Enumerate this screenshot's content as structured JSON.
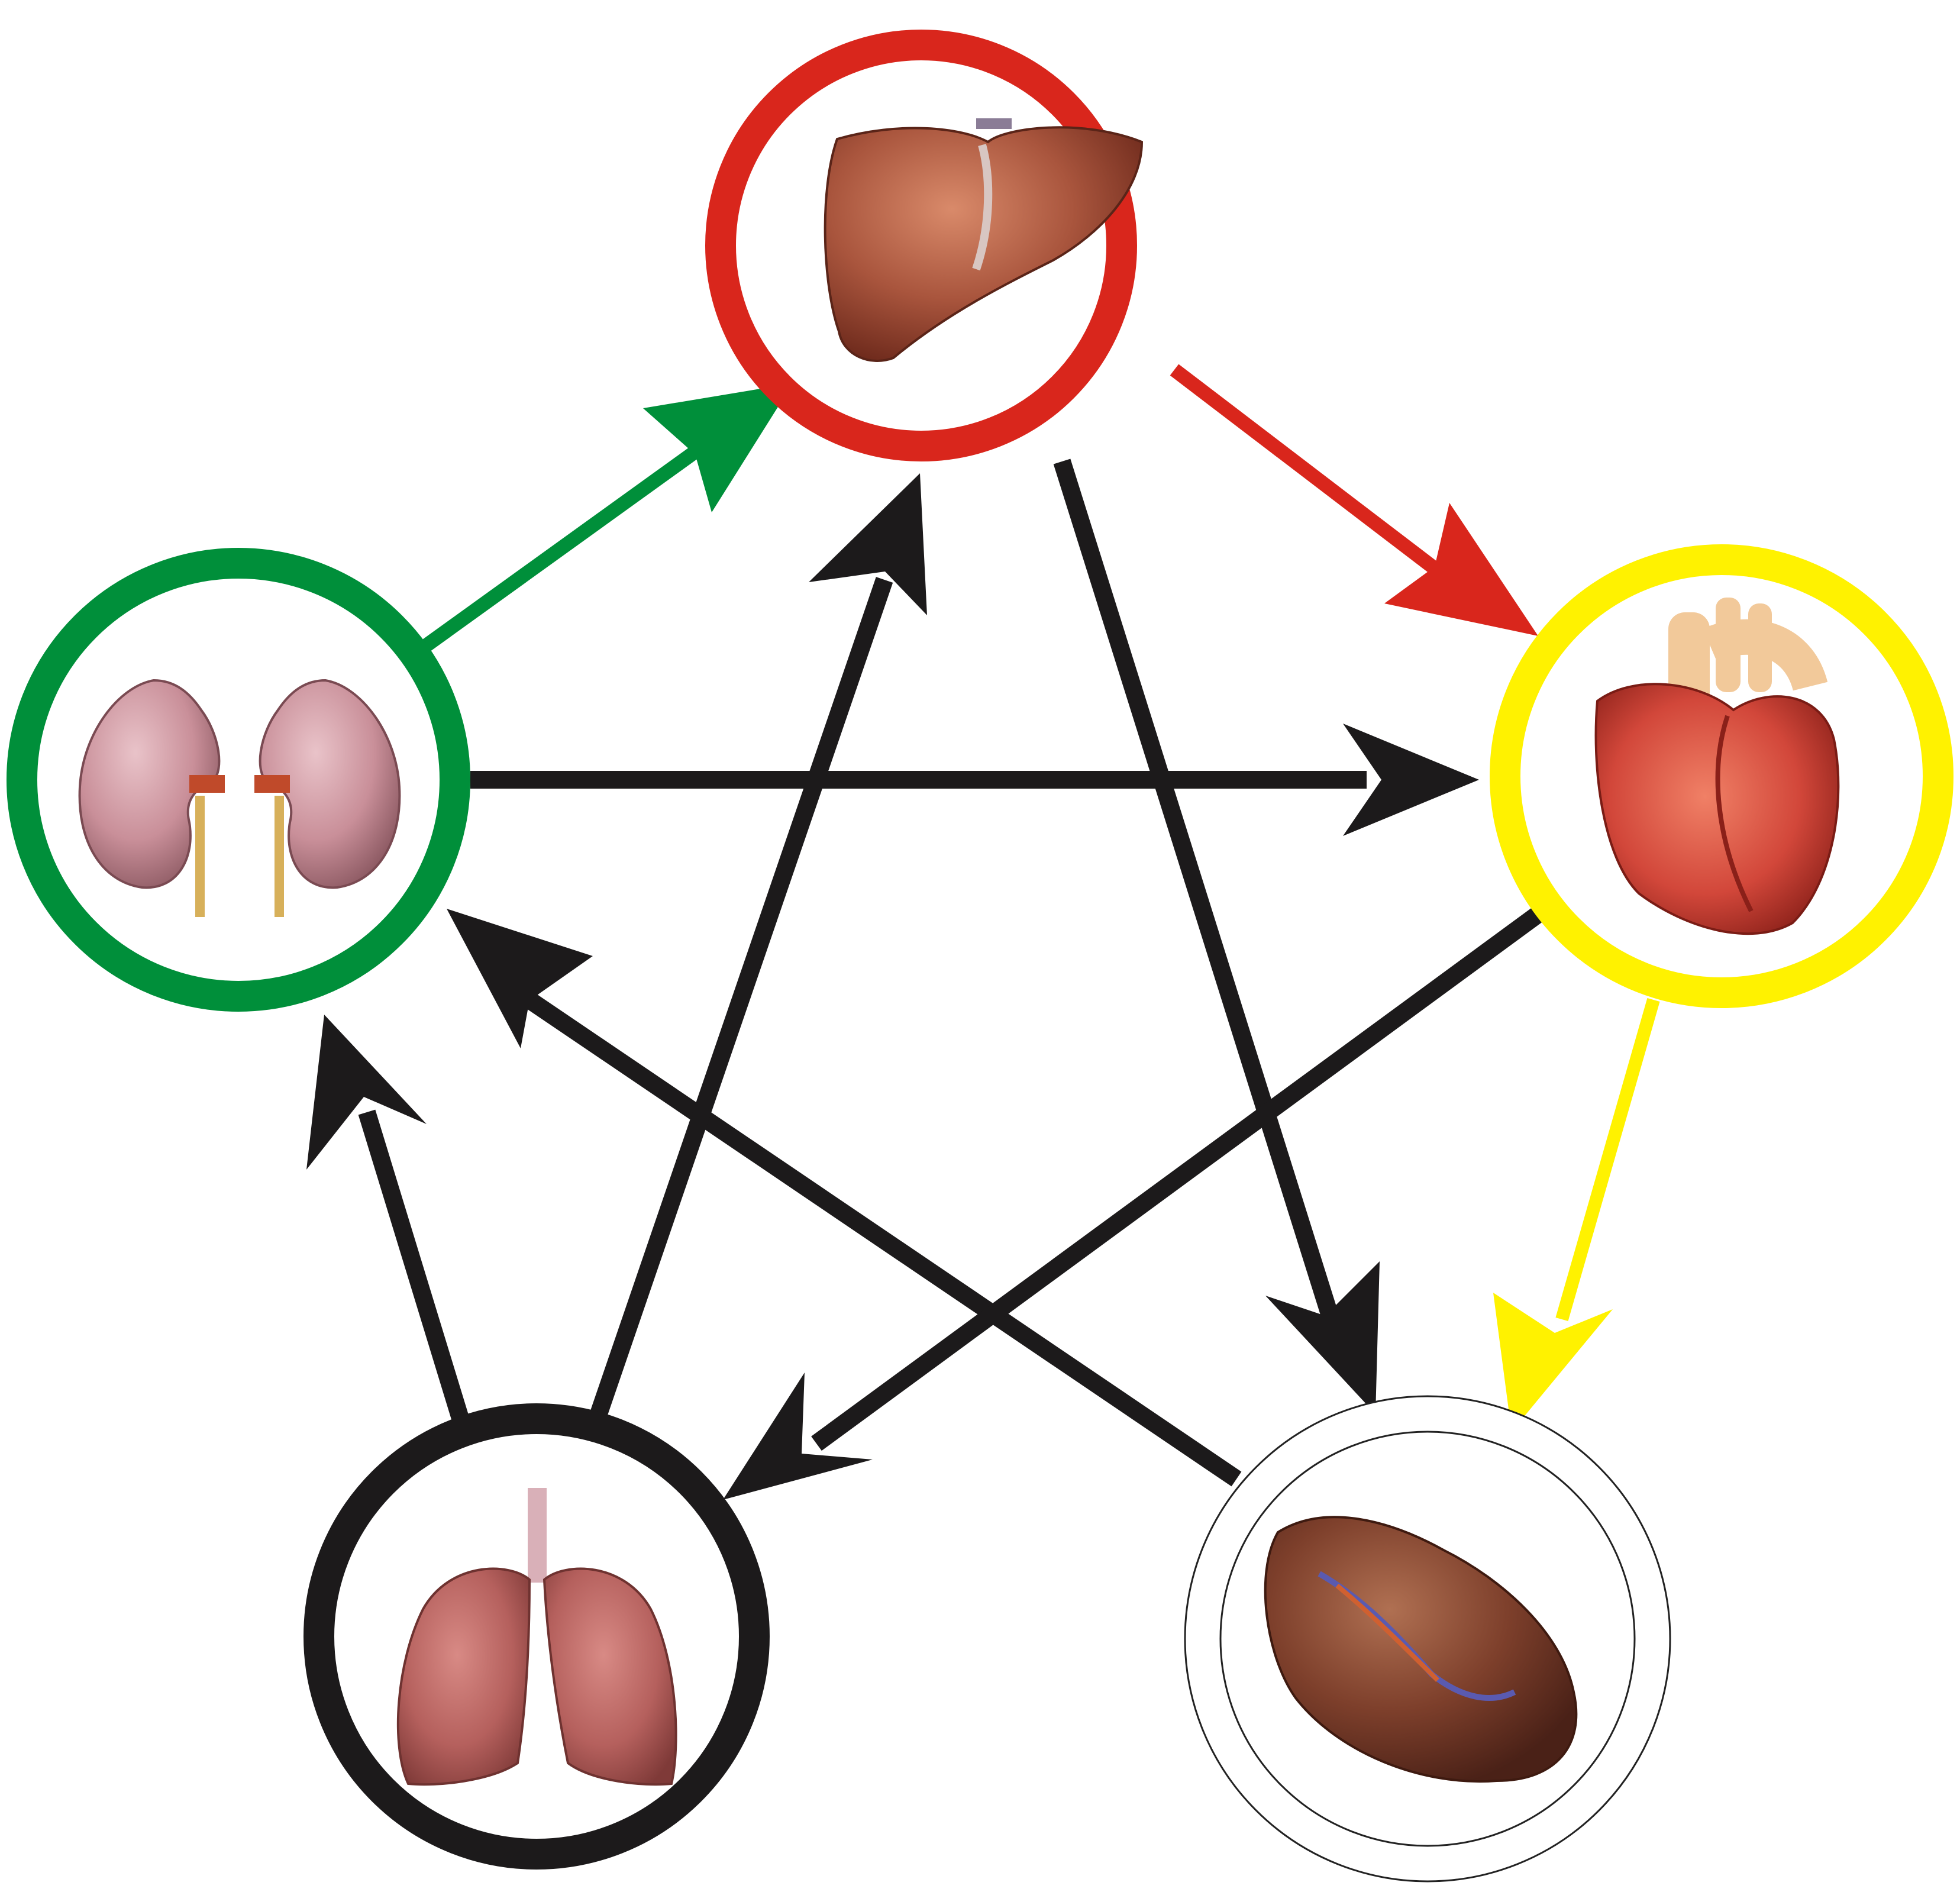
{
  "diagram": {
    "colors": {
      "background": "#ffffff",
      "black": "#1c1a1b",
      "green": "#008f3a",
      "red": "#d9261c",
      "yellow": "#fff200",
      "white_ring": "#ffffff",
      "thin_outline": "#222222"
    },
    "nodes": [
      {
        "id": "liver",
        "ring_color": "red",
        "icon": "liver-icon"
      },
      {
        "id": "heart",
        "ring_color": "yellow",
        "icon": "heart-icon"
      },
      {
        "id": "spleen",
        "ring_color": "white",
        "icon": "spleen-icon"
      },
      {
        "id": "lungs",
        "ring_color": "black",
        "icon": "lungs-icon"
      },
      {
        "id": "kidneys",
        "ring_color": "green",
        "icon": "kidneys-icon"
      }
    ],
    "generating_cycle": [
      {
        "from": "kidneys",
        "to": "liver",
        "color": "green"
      },
      {
        "from": "liver",
        "to": "heart",
        "color": "red"
      },
      {
        "from": "heart",
        "to": "spleen",
        "color": "yellow"
      },
      {
        "from": "spleen",
        "to": "lungs",
        "color": "white"
      },
      {
        "from": "lungs",
        "to": "kidneys",
        "color": "black"
      }
    ],
    "controlling_cycle": [
      {
        "from": "liver",
        "to": "spleen",
        "color": "black"
      },
      {
        "from": "spleen",
        "to": "kidneys",
        "color": "black"
      },
      {
        "from": "kidneys",
        "to": "heart",
        "color": "black"
      },
      {
        "from": "heart",
        "to": "lungs",
        "color": "black"
      },
      {
        "from": "lungs",
        "to": "liver",
        "color": "black"
      }
    ]
  }
}
